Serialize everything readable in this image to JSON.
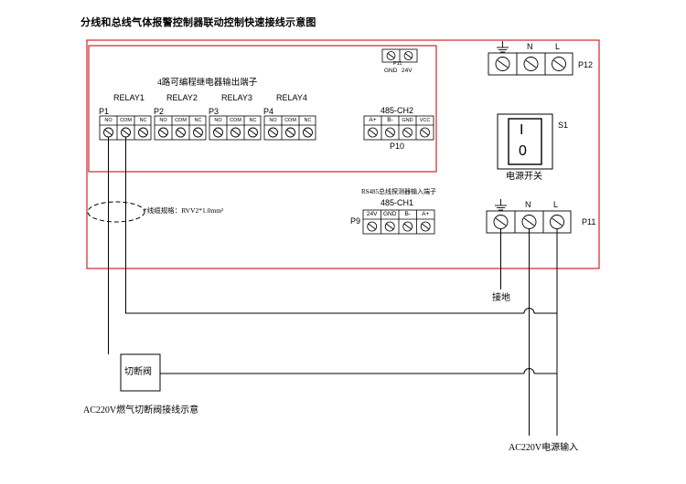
{
  "title": "分线和总线气体报警控制器联动控制快速接线示意图",
  "relay_section": {
    "heading": "4路可编程继电器输出端子",
    "relays": [
      {
        "name": "RELAY1",
        "port": "P1",
        "pins": [
          "NO",
          "COM",
          "NC"
        ]
      },
      {
        "name": "RELAY2",
        "port": "P2",
        "pins": [
          "NO",
          "COM",
          "NC"
        ]
      },
      {
        "name": "RELAY3",
        "port": "P3",
        "pins": [
          "NO",
          "COM",
          "NC"
        ]
      },
      {
        "name": "RELAY4",
        "port": "P4",
        "pins": [
          "NO",
          "COM",
          "NC"
        ]
      }
    ]
  },
  "p11_small": {
    "port": "P11",
    "pins": [
      "GND",
      "24V"
    ]
  },
  "p10": {
    "name": "485-CH2",
    "port": "P10",
    "pins": [
      "A+",
      "B-",
      "GND",
      "VCC"
    ]
  },
  "p9": {
    "heading": "RS485总线探测器输入端子",
    "name": "485-CH1",
    "port": "P9",
    "pins": [
      "24V",
      "GND",
      "B-",
      "A+"
    ]
  },
  "p12": {
    "port": "P12",
    "pins": [
      "⏚",
      "N",
      "L"
    ]
  },
  "p11": {
    "port": "P11",
    "pins": [
      "⏚",
      "N",
      "L"
    ]
  },
  "switch": {
    "port": "S1",
    "on": "I",
    "off": "0",
    "label": "电源开关"
  },
  "cable_note": "*线缆规格：RVV2*1.0mm²",
  "ground_label": "接地",
  "valve_label": "切断阀",
  "valve_note": "AC220V燃气切断阀接线示意",
  "power_note": "AC220V电源输入",
  "colors": {
    "frame": "#d2232a",
    "line": "#000000",
    "terminal_fill": "#ffffff"
  }
}
